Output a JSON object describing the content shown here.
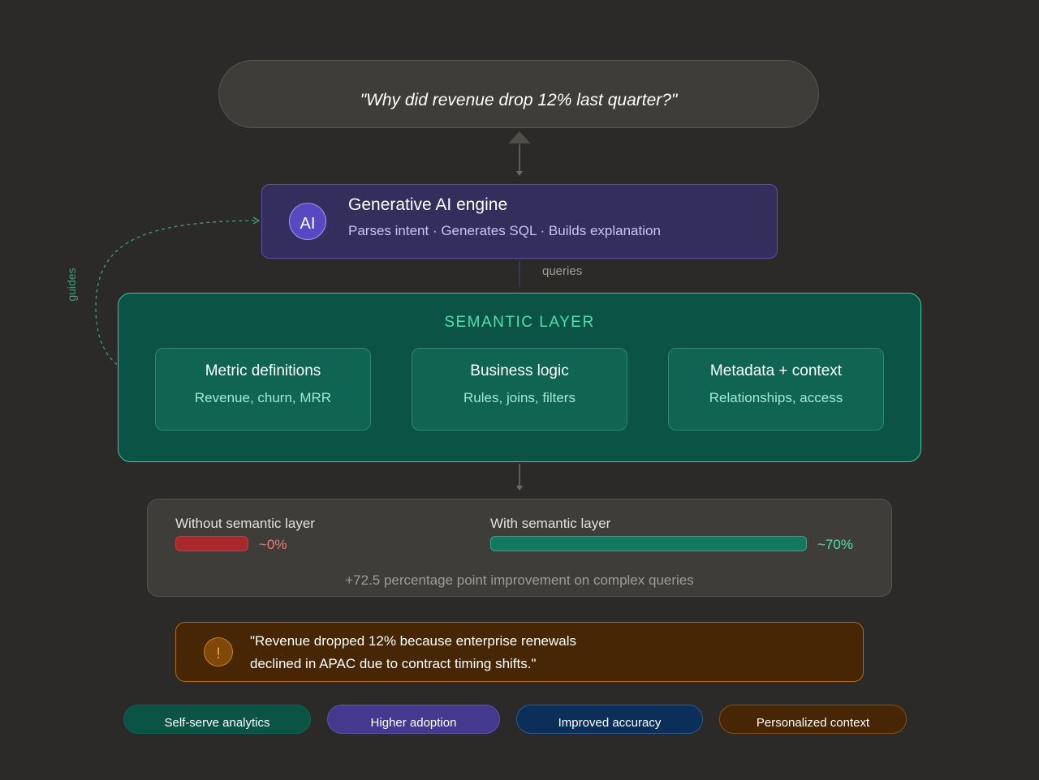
{
  "question": "\"Why did revenue drop 12% last quarter?\"",
  "ai_engine": {
    "badge": "AI",
    "title": "Generative AI engine",
    "subtitle": "Parses intent · Generates SQL · Builds explanation"
  },
  "connectors": {
    "queries": "queries",
    "guides": "guides"
  },
  "semantic_layer": {
    "title": "SEMANTIC LAYER",
    "cards": [
      {
        "title": "Metric definitions",
        "subtitle": "Revenue, churn, MRR"
      },
      {
        "title": "Business logic",
        "subtitle": "Rules, joins, filters"
      },
      {
        "title": "Metadata + context",
        "subtitle": "Relationships, access"
      }
    ]
  },
  "comparison": {
    "without": {
      "label": "Without semantic layer",
      "value": "~0%",
      "fill_percent": 0
    },
    "with": {
      "label": "With semantic layer",
      "value": "~70%",
      "fill_percent": 70
    },
    "note": "+72.5 percentage point improvement on complex queries"
  },
  "answer": {
    "icon": "!",
    "line1": "\"Revenue dropped 12% because enterprise renewals",
    "line2": "declined in APAC due to contract timing shifts.\""
  },
  "benefits": [
    {
      "label": "Self-serve analytics",
      "color": "#0b5344"
    },
    {
      "label": "Higher adoption",
      "color": "#433a8f"
    },
    {
      "label": "Improved accuracy",
      "color": "#0c2f5a"
    },
    {
      "label": "Personalized context",
      "color": "#462604"
    }
  ]
}
